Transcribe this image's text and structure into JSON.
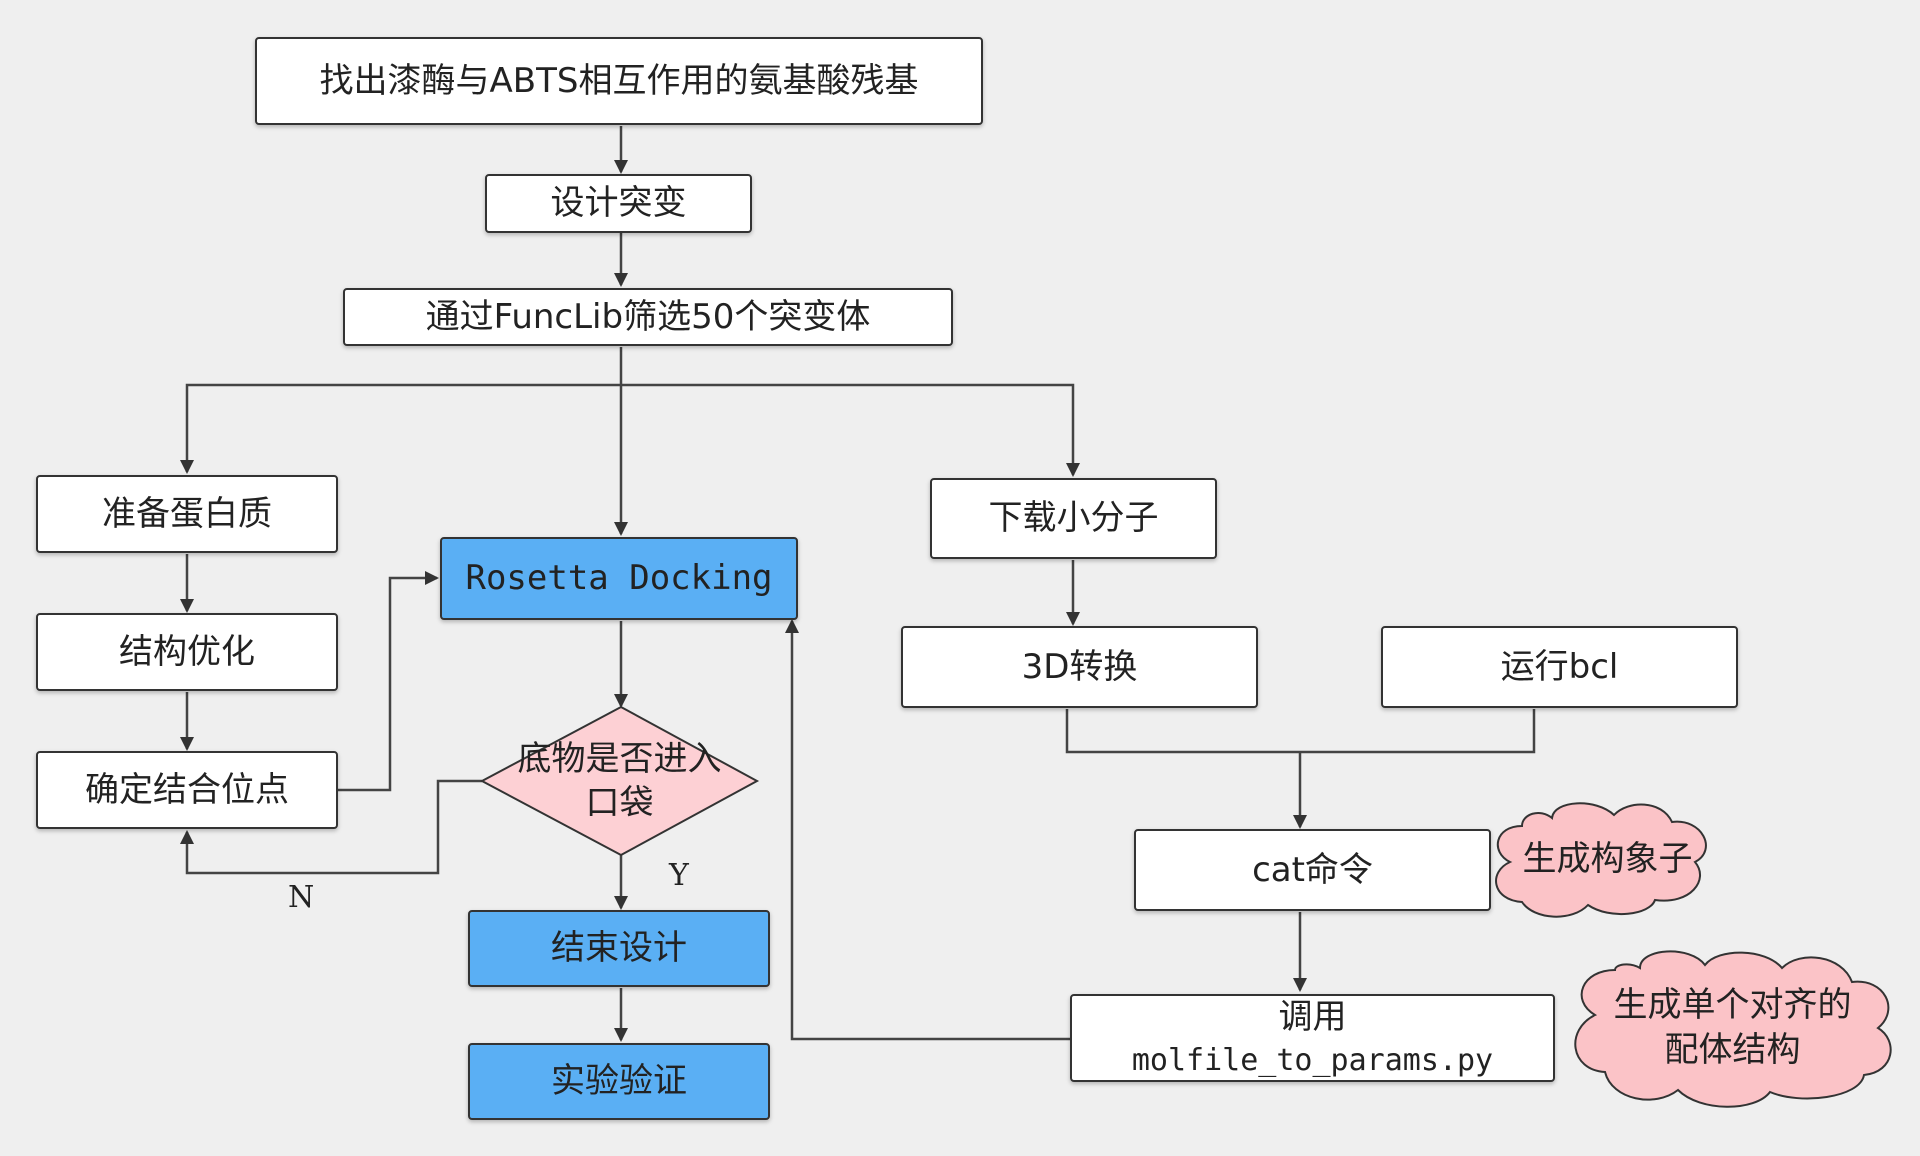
{
  "nodes": {
    "goal": "找出漆酶与ABTS相互作用的氨基酸残基",
    "design_mutation": "设计突变",
    "screen": "通过FuncLib筛选50个突变体",
    "prepare_protein": "准备蛋白质",
    "optimize_structure": "结构优化",
    "binding_site": "确定结合位点",
    "docking": "Rosetta Docking",
    "decision_line1": "底物是否进入",
    "decision_line2": "口袋",
    "end_design": "结束设计",
    "validation": "实验验证",
    "download_ligand": "下载小分子",
    "convert_3d": "3D转换",
    "run_bcl": "运行bcl",
    "cat_command": "cat命令",
    "call_line1": "调用",
    "call_line2": "molfile_to_params.py"
  },
  "clouds": {
    "conformers": "生成构象子",
    "aligned_line1": "生成单个对齐的",
    "aligned_line2": "配体结构"
  },
  "edge_labels": {
    "no": "N",
    "yes": "Y"
  },
  "colors": {
    "background": "#efefef",
    "box_fill": "#ffffff",
    "highlight_fill": "#5aaff4",
    "decision_fill": "#fdd0d4",
    "cloud_fill": "#fbc3c7",
    "stroke": "#333333"
  }
}
